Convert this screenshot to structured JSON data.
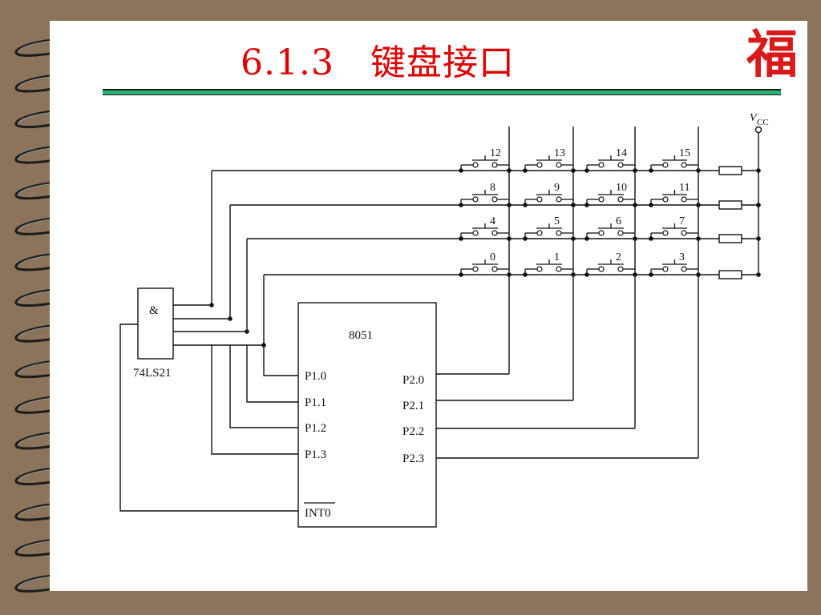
{
  "slide": {
    "title": "6.1.3　键盘接口",
    "logo_char": "福"
  },
  "circuit": {
    "vcc_label": "V",
    "vcc_sub": "CC",
    "gate_symbol": "&",
    "gate_part": "74LS21",
    "mcu_label": "8051",
    "left_pins": [
      "P1.0",
      "P1.1",
      "P1.2",
      "P1.3"
    ],
    "int_pin": "INT0",
    "right_pins": [
      "P2.0",
      "P2.1",
      "P2.2",
      "P2.3"
    ],
    "key_rows": [
      [
        "12",
        "13",
        "14",
        "15"
      ],
      [
        "8",
        "9",
        "10",
        "11"
      ],
      [
        "4",
        "5",
        "6",
        "7"
      ],
      [
        "0",
        "1",
        "2",
        "3"
      ]
    ]
  }
}
